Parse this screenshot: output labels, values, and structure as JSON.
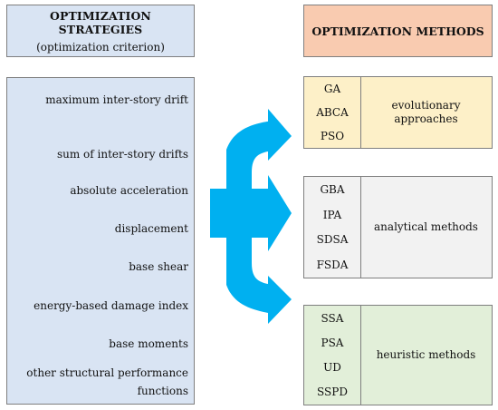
{
  "strategies": {
    "title": "OPTIMIZATION STRATEGIES",
    "subtitle": "(optimization criterion)",
    "criteria": [
      "maximum inter-story drift",
      "sum of inter-story drifts",
      "absolute acceleration",
      "displacement",
      "base shear",
      "energy-based damage index",
      "base moments",
      "other structural performance",
      "functions"
    ]
  },
  "methods": {
    "title": "OPTIMIZATION METHODS",
    "groups": [
      {
        "items": [
          "GA",
          "ABCA",
          "PSO"
        ],
        "label": "evolutionary approaches"
      },
      {
        "items": [
          "GBA",
          "IPA",
          "SDSA",
          "FSDA"
        ],
        "label": "analytical methods"
      },
      {
        "items": [
          "SSA",
          "PSA",
          "UD",
          "SSPD"
        ],
        "label": "heuristic methods"
      }
    ]
  },
  "colors": {
    "strategies_fill": "#d9e4f3",
    "methods_header_fill": "#f9cbb0",
    "evolutionary_fill": "#fdf0c8",
    "analytical_fill": "#f2f2f2",
    "heuristic_fill": "#e2efd9",
    "arrow": "#00b0f0"
  }
}
